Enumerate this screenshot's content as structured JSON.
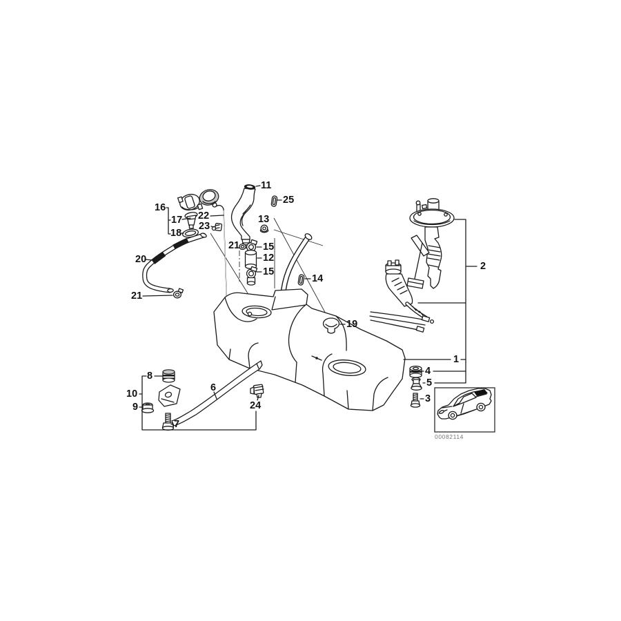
{
  "diagram": {
    "number": "00082114",
    "callouts": [
      {
        "label": "11"
      },
      {
        "label": "25"
      },
      {
        "label": "16"
      },
      {
        "label": "17"
      },
      {
        "label": "18"
      },
      {
        "label": "22"
      },
      {
        "label": "23"
      },
      {
        "label": "13"
      },
      {
        "label": "21"
      },
      {
        "label": "15"
      },
      {
        "label": "12"
      },
      {
        "label": "15"
      },
      {
        "label": "20"
      },
      {
        "label": "21"
      },
      {
        "label": "14"
      },
      {
        "label": "19"
      },
      {
        "label": "2"
      },
      {
        "label": "1"
      },
      {
        "label": "4"
      },
      {
        "label": "5"
      },
      {
        "label": "3"
      },
      {
        "label": "8"
      },
      {
        "label": "10"
      },
      {
        "label": "9"
      },
      {
        "label": "7"
      },
      {
        "label": "6"
      },
      {
        "label": "24"
      }
    ]
  },
  "colors": {
    "line": "#1a1a1a",
    "background": "#ffffff",
    "drawing_number_text": "#767676",
    "location_marker": "#111111"
  }
}
